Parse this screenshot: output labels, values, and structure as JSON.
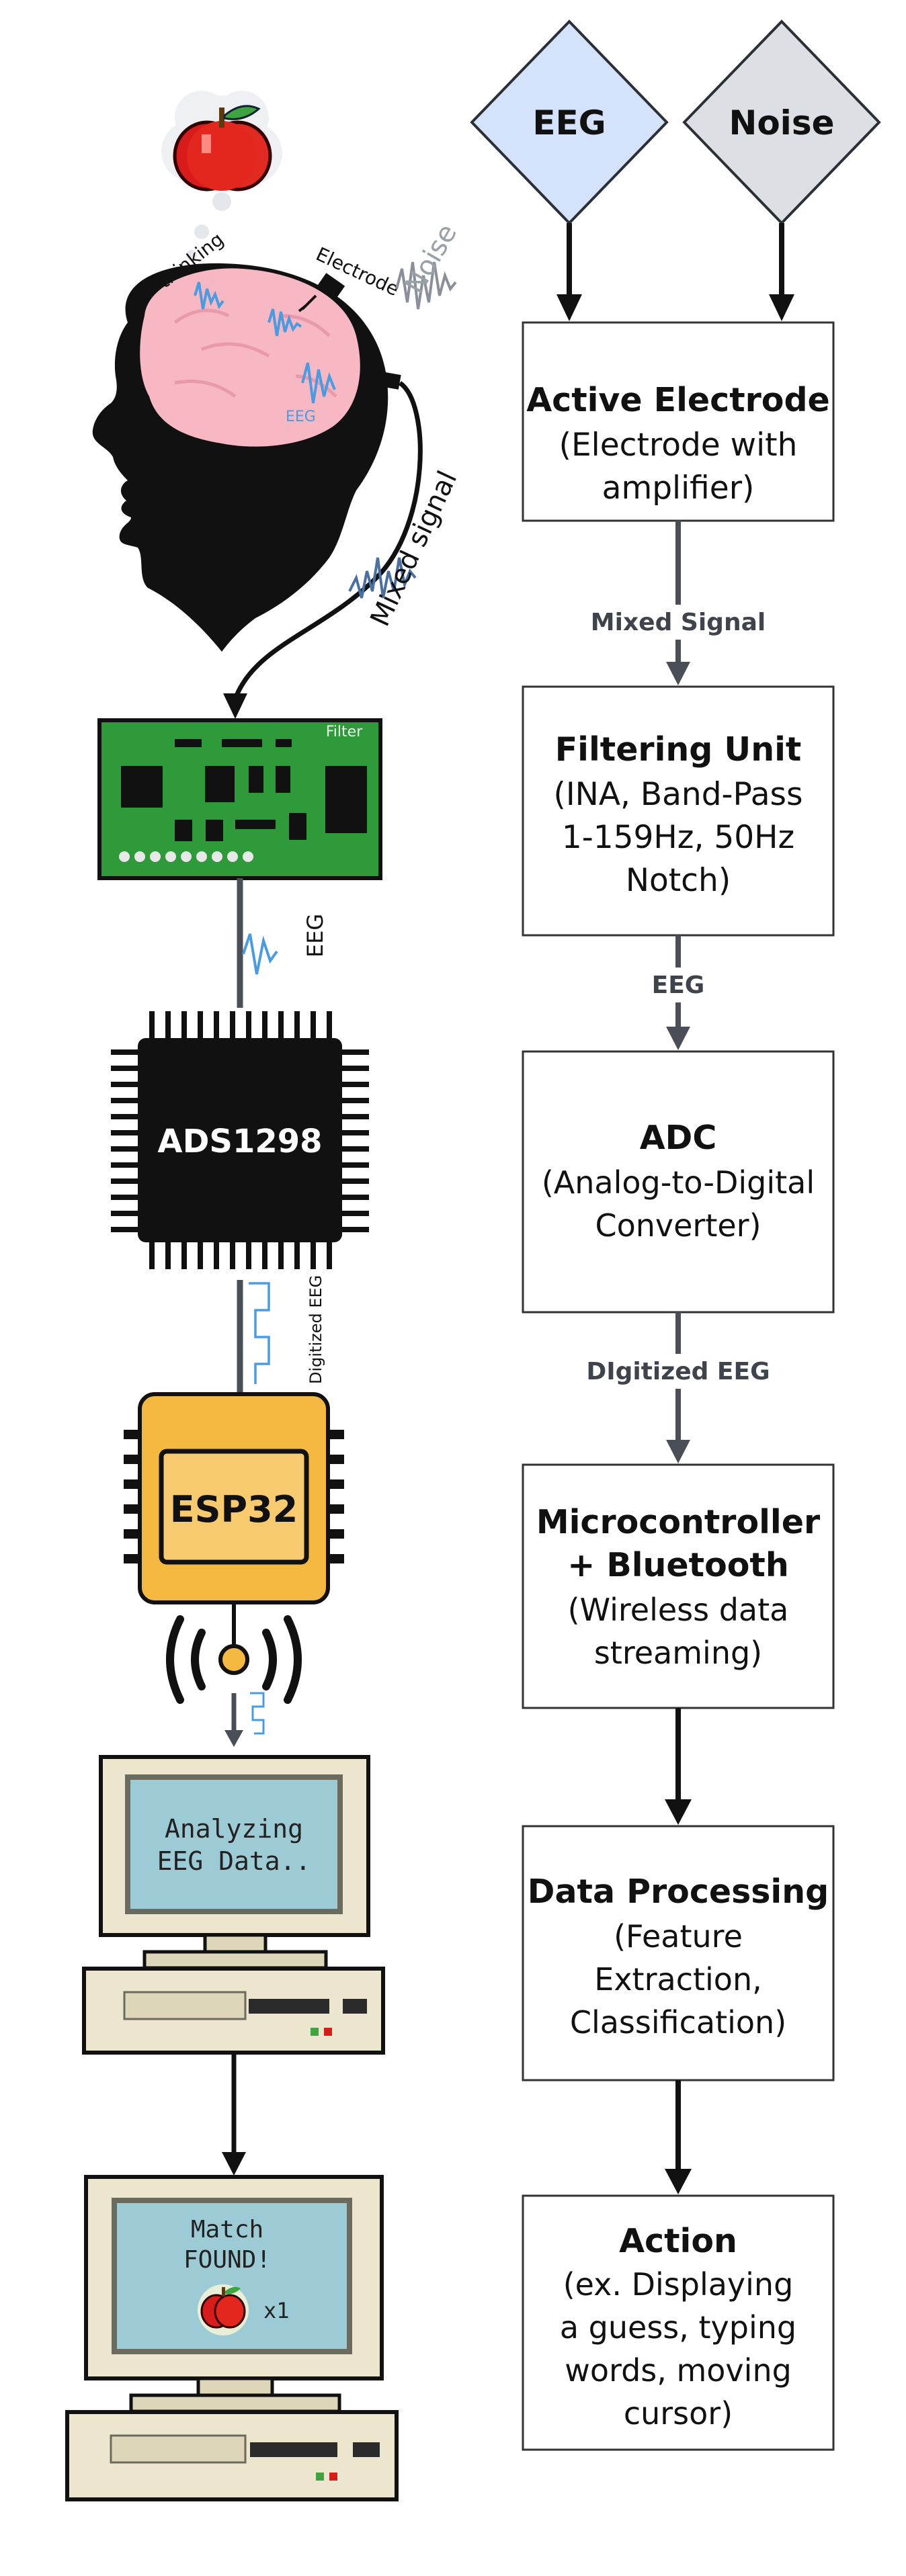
{
  "flow": {
    "eeg_label": "EEG",
    "noise_label": "Noise",
    "active_electrode": {
      "title": "Active Electrode",
      "lines": [
        "(Electrode with",
        "amplifier)"
      ]
    },
    "edge_mixed": "Mixed Signal",
    "filtering_unit": {
      "title": "Filtering Unit",
      "lines": [
        "(INA, Band-Pass",
        "1-159Hz, 50Hz",
        "Notch)"
      ]
    },
    "edge_eeg": "EEG",
    "adc": {
      "title": "ADC",
      "lines": [
        "(Analog-to-Digital",
        "Converter)"
      ]
    },
    "edge_digitized": "DIgitized EEG",
    "micro": {
      "title_lines": [
        "Microcontroller",
        "+ Bluetooth"
      ],
      "lines": [
        "(Wireless data",
        "streaming)"
      ]
    },
    "processing": {
      "title": "Data Processing",
      "lines": [
        "(Feature",
        "Extraction,",
        "Classification)"
      ]
    },
    "action": {
      "title": "Action",
      "lines": [
        "(ex. Displaying",
        "a guess, typing",
        "words, moving",
        "cursor)"
      ]
    }
  },
  "illustration": {
    "thinking": "thinking",
    "electrode": "Electrode",
    "noise": "Noise",
    "eeg_in_brain": "EEG",
    "mixed_signal": "Mixed signal",
    "filter_board": "Filter",
    "eeg_wire": "EEG",
    "adc_chip": "ADS1298",
    "digitized": "Digitized EEG",
    "mcu_chip": "ESP32",
    "screen1": [
      "Analyzing",
      "EEG Data.."
    ],
    "screen2": [
      "Match",
      "FOUND!"
    ],
    "screen2_count": "x1"
  },
  "colors": {
    "eeg_diamond": "#d4e3fb",
    "noise_diamond": "#dcdfe3",
    "pcb": "#2f9a3a",
    "brain": "#f7b8c4",
    "esp32": "#f5b942",
    "screen": "#9ccbd6",
    "signal_blue": "#4a9be0",
    "edge_grey": "#4a4f57"
  }
}
